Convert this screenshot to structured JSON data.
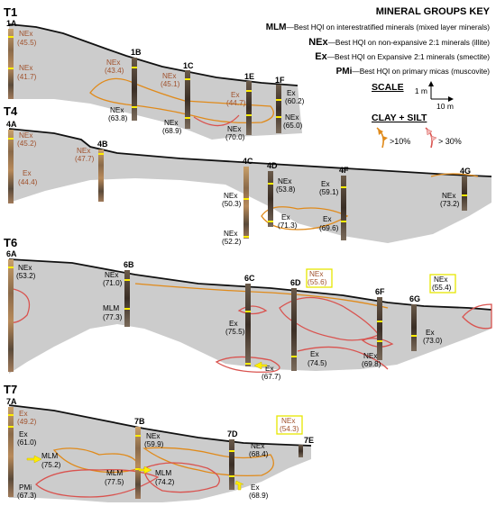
{
  "key": {
    "title": "MINERAL GROUPS KEY",
    "entries": [
      {
        "abbr": "MLM",
        "text": "—Best HQI on interestratified minerals (mixed layer minerals)"
      },
      {
        "abbr": "NEx",
        "text": "—Best HQI on non-expansive 2:1 minerals (illite)"
      },
      {
        "abbr": "Ex",
        "text": "—Best HQI on Expansive 2:1 minerals (smectite)"
      },
      {
        "abbr": "PMi",
        "text": "—Best HQI on primary micas (muscovite)"
      }
    ]
  },
  "scale": {
    "title": "SCALE",
    "vertical": "1 m",
    "horizontal": "10 m"
  },
  "clay_silt": {
    "title": "CLAY + SILT",
    "low": ">10%",
    "high": "> 30%"
  },
  "colors": {
    "section_fill": "#cccccc",
    "low_clay_line": "#e08a1a",
    "high_clay_line": "#d9534f",
    "marker": "#ffee00",
    "brown_label": "#a0522d",
    "box_border": "#e6e600"
  },
  "transects": [
    {
      "id": "T1",
      "wells": [
        "1A",
        "1B",
        "1C",
        "1E",
        "1F"
      ]
    },
    {
      "id": "T4",
      "wells": [
        "4A",
        "4B",
        "4C",
        "4D",
        "4F",
        "4G"
      ]
    },
    {
      "id": "T6",
      "wells": [
        "6A",
        "6B",
        "6C",
        "6D",
        "6F",
        "6G"
      ]
    },
    {
      "id": "T7",
      "wells": [
        "7A",
        "7B",
        "7D",
        "7E"
      ]
    }
  ],
  "labels": {
    "t1_1a_a": "NEx",
    "t1_1a_a_v": "(45.5)",
    "t1_1a_b": "NEx",
    "t1_1a_b_v": "(41.7)",
    "t1_1b_a": "NEx",
    "t1_1b_a_v": "(43.4)",
    "t1_1b_b": "NEx",
    "t1_1b_b_v": "(63.8)",
    "t1_1c_a": "NEx",
    "t1_1c_a_v": "(45.1)",
    "t1_1c_b": "NEx",
    "t1_1c_b_v": "(68.9)",
    "t1_1e_a": "Ex",
    "t1_1e_a_v": "(44.7)",
    "t1_1e_b": "NEx",
    "t1_1e_b_v": "(70.0)",
    "t1_1f_a": "Ex",
    "t1_1f_a_v": "(60.2)",
    "t1_1f_b": "NEx",
    "t1_1f_b_v": "(65.0)",
    "t4_4a_a": "NEx",
    "t4_4a_a_v": "(45.2)",
    "t4_4a_b": "Ex",
    "t4_4a_b_v": "(44.4)",
    "t4_4b_a": "NEx",
    "t4_4b_a_v": "(47.7)",
    "t4_4c_a": "NEx",
    "t4_4c_a_v": "(50.3)",
    "t4_4c_b": "NEx",
    "t4_4c_b_v": "(52.2)",
    "t4_4d_a": "NEx",
    "t4_4d_a_v": "(53.8)",
    "t4_4d_b": "Ex",
    "t4_4d_b_v": "(71.3)",
    "t4_4f_a": "Ex",
    "t4_4f_a_v": "(59.1)",
    "t4_4f_b": "Ex",
    "t4_4f_b_v": "(69.6)",
    "t4_4g_a": "NEx",
    "t4_4g_a_v": "(73.2)",
    "t6_6a_a": "NEx",
    "t6_6a_a_v": "(53.2)",
    "t6_6b_a": "NEx",
    "t6_6b_a_v": "(71.0)",
    "t6_6b_b": "MLM",
    "t6_6b_b_v": "(77.3)",
    "t6_6c_a": "Ex",
    "t6_6c_a_v": "(75.5)",
    "t6_6c_b": "Ex",
    "t6_6c_b_v": "(67.7)",
    "t6_6d_a": "NEx",
    "t6_6d_a_v": "(55.6)",
    "t6_6d_b": "Ex",
    "t6_6d_b_v": "(74.5)",
    "t6_6f_a": "NEx",
    "t6_6f_a_v": "(69.8)",
    "t6_6g_a": "NEx",
    "t6_6g_a_v": "(55.4)",
    "t6_6g_b": "Ex",
    "t6_6g_b_v": "(73.0)",
    "t7_7a_a": "Ex",
    "t7_7a_a_v": "(49.2)",
    "t7_7a_b": "Ex",
    "t7_7a_b_v": "(61.0)",
    "t7_7a_c": "MLM",
    "t7_7a_c_v": "(75.2)",
    "t7_7a_d": "PMi",
    "t7_7a_d_v": "(67.3)",
    "t7_7b_a": "NEx",
    "t7_7b_a_v": "(59.9)",
    "t7_7b_b": "MLM",
    "t7_7b_b_v": "(77.5)",
    "t7_7b_c": "MLM",
    "t7_7b_c_v": "(74.2)",
    "t7_7d_a": "NEx",
    "t7_7d_a_v": "(54.3)",
    "t7_7d_b": "NEx",
    "t7_7d_b_v": "(68.4)",
    "t7_7d_c": "Ex",
    "t7_7d_c_v": "(68.9)"
  }
}
